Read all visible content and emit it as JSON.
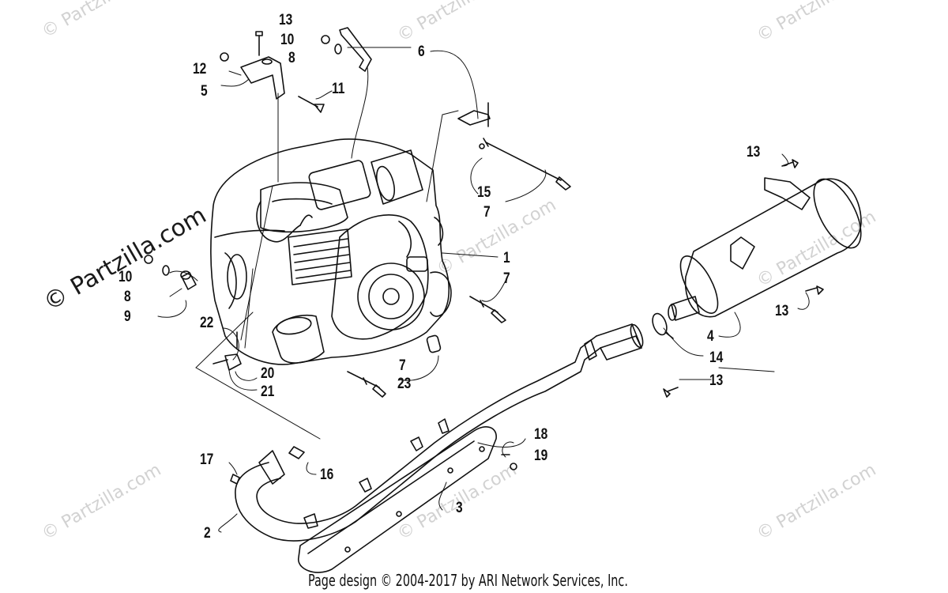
{
  "watermark": {
    "text": "© Partzilla.com"
  },
  "callouts": [
    {
      "id": "c13a",
      "label": "13"
    },
    {
      "id": "c10a",
      "label": "10"
    },
    {
      "id": "c8a",
      "label": "8"
    },
    {
      "id": "c12",
      "label": "12"
    },
    {
      "id": "c5",
      "label": "5"
    },
    {
      "id": "c11",
      "label": "11"
    },
    {
      "id": "c6",
      "label": "6"
    },
    {
      "id": "c15",
      "label": "15"
    },
    {
      "id": "c7a",
      "label": "7"
    },
    {
      "id": "c13b",
      "label": "13"
    },
    {
      "id": "c1",
      "label": "1"
    },
    {
      "id": "c7b",
      "label": "7"
    },
    {
      "id": "c10b",
      "label": "10"
    },
    {
      "id": "c8b",
      "label": "8"
    },
    {
      "id": "c9",
      "label": "9"
    },
    {
      "id": "c22",
      "label": "22"
    },
    {
      "id": "c20",
      "label": "20"
    },
    {
      "id": "c21",
      "label": "21"
    },
    {
      "id": "c7c",
      "label": "7"
    },
    {
      "id": "c23",
      "label": "23"
    },
    {
      "id": "c13c",
      "label": "13"
    },
    {
      "id": "c4",
      "label": "4"
    },
    {
      "id": "c14",
      "label": "14"
    },
    {
      "id": "c13d",
      "label": "13"
    },
    {
      "id": "c18",
      "label": "18"
    },
    {
      "id": "c19",
      "label": "19"
    },
    {
      "id": "c17",
      "label": "17"
    },
    {
      "id": "c16",
      "label": "16"
    },
    {
      "id": "c3",
      "label": "3"
    },
    {
      "id": "c2",
      "label": "2"
    }
  ],
  "footer": "Page design © 2004-2017 by ARI Network Services, Inc."
}
